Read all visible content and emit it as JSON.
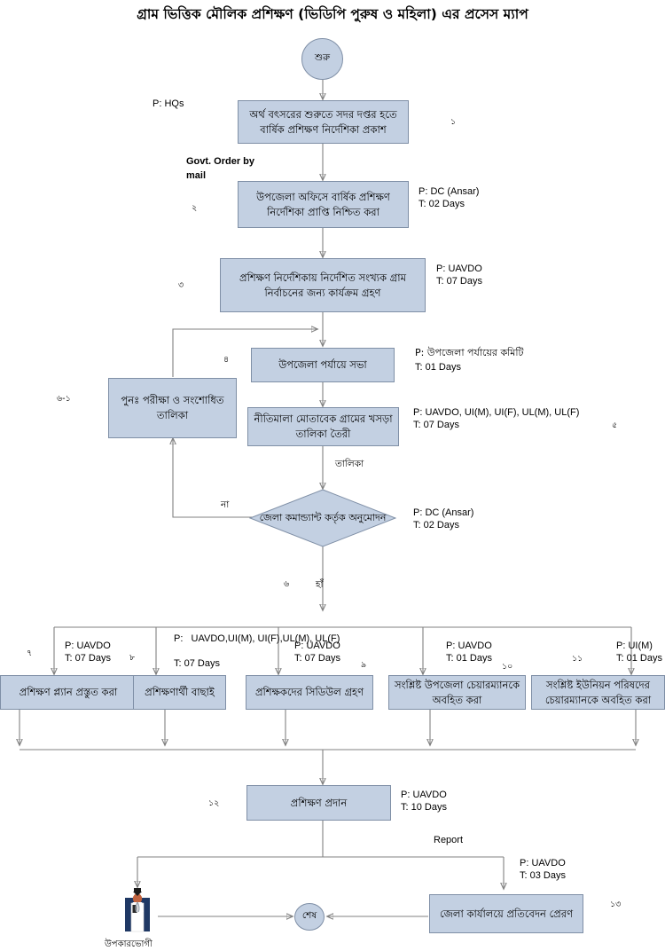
{
  "title": "গ্রাম ভিত্তিক মৌলিক প্রশিক্ষণ (ভিডিপি পুরুষ ও মহিলা) এর প্রসেস ম্যাপ",
  "colors": {
    "box_fill": "#c3d0e2",
    "box_border": "#7f8fa6",
    "connector": "#808080",
    "text": "#000000"
  },
  "nodes": {
    "start": {
      "label": "শুরু",
      "type": "terminator"
    },
    "n1": {
      "label": "অর্থ বৎসরের শুরুতে সদর দপ্তর হতে বার্ষিক প্রশিক্ষণ নির্দেশিকা প্রকাশ",
      "num": "১",
      "p": "P: HQs",
      "t": ""
    },
    "n2": {
      "label": "উপজেলা অফিসে বার্ষিক প্রশিক্ষণ নির্দেশিকা প্রাপ্তি নিশ্চিত করা",
      "num": "২",
      "p": "P: DC (Ansar)",
      "t": "T: 02 Days"
    },
    "n3": {
      "label": "প্রশিক্ষণ নির্দেশিকায় নির্দেশিত সংখ্যক গ্রাম নির্বাচনের জন্য কার্যক্রম গ্রহণ",
      "num": "৩",
      "p": "P: UAVDO",
      "t": "T: 07 Days"
    },
    "n4": {
      "label": "উপজেলা পর্যায়ে  সভা",
      "num": "৪",
      "p": "P: উপজেলা পর্যায়ের কমিটি",
      "t": "T: 01 Days"
    },
    "n5": {
      "label": "নীতিমালা মোতাবেক গ্রামের খসড়া তালিকা তৈরী",
      "num": "৫",
      "p": "P: UAVDO, UI(M), UI(F), UL(M), UL(F)",
      "t": "T: 07 Days"
    },
    "n61": {
      "label": "পুনঃ পরীক্ষা ও সংশোধিত তালিকা",
      "num": "৬-১",
      "p": "",
      "t": ""
    },
    "n6": {
      "label": "জেলা কমান্ড্যান্ট কর্তৃক অনুমোদন",
      "num": "৬",
      "p": "P: DC (Ansar)",
      "t": "T: 02 Days",
      "type": "decision"
    },
    "n7": {
      "label": "প্রশিক্ষণ প্ল্যান প্রস্তুত করা",
      "num": "৭",
      "p": "P: UAVDO",
      "t": "T: 07 Days"
    },
    "n8": {
      "label": "প্রশিক্ষণার্থী বাছাই",
      "num": "৮",
      "p": "P:   UAVDO,UI(M), UI(F),UL(M), UL(F)",
      "t": "T: 07 Days"
    },
    "n9": {
      "label": "প্রশিক্ষকদের সিডিউল গ্রহণ",
      "num": "৯",
      "p": "P: UAVDO",
      "t": "T: 07 Days"
    },
    "n10": {
      "label": "সংশ্লিষ্ট উপজেলা চেয়ারম্যানকে অবহিত করা",
      "num": "১০",
      "p": "P: UAVDO",
      "t": "T: 01 Days"
    },
    "n11": {
      "label": "সংশ্লিষ্ট ইউনিয়ন পরিষদের চেয়ারম্যানকে অবহিত করা",
      "num": "১১",
      "p": "P: UI(M)",
      "t": "T: 01 Days"
    },
    "n12": {
      "label": "প্রশিক্ষণ প্রদান",
      "num": "১২",
      "p": "P: UAVDO",
      "t": "T: 10 Days"
    },
    "n13": {
      "label": "জেলা কার্যালয়ে প্রতিবেদন প্রেরণ",
      "num": "১৩",
      "p": "P: UAVDO",
      "t": "T: 03 Days"
    },
    "end": {
      "label": "শেষ",
      "type": "terminator"
    },
    "beneficiary": {
      "label": "উপকারভোগী",
      "type": "actor-icon"
    }
  },
  "edge_labels": {
    "govt_order": "Govt. Order by\nmail",
    "talika": "তালিকা",
    "na": "না",
    "ha": "হাঁ",
    "report": "Report"
  }
}
